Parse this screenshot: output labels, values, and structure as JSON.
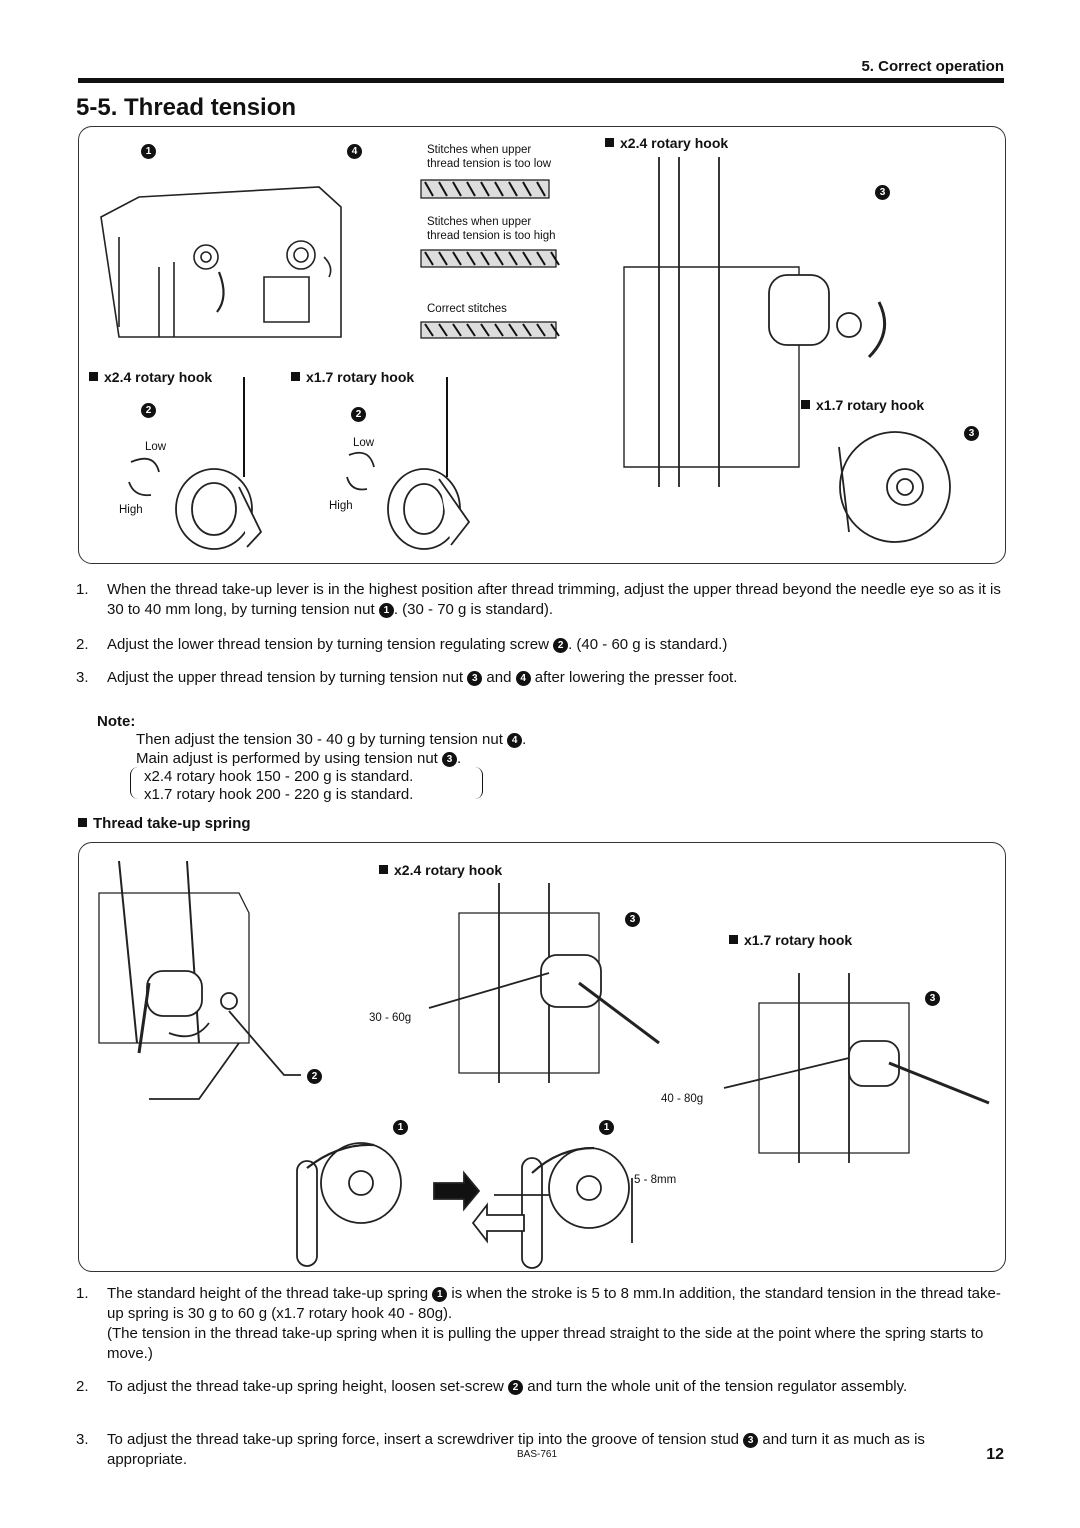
{
  "header": {
    "section": "5. Correct operation",
    "title": "5-5.  Thread tension"
  },
  "figure1": {
    "stitch_caption_low": [
      "Stitches when upper",
      "thread tension is too low"
    ],
    "stitch_caption_high": [
      "Stitches when upper",
      "thread tension is too high"
    ],
    "stitch_caption_correct": "Correct stitches",
    "label_x24_left": "x2.4 rotary hook",
    "label_x17_left": "x1.7 rotary hook",
    "label_x24_right": "x2.4 rotary hook",
    "label_x17_right": "x1.7 rotary hook",
    "low": "Low",
    "high": "High",
    "badges": {
      "n1": "1",
      "n2": "2",
      "n3": "3",
      "n4": "4"
    }
  },
  "steps1": [
    {
      "num": "1.",
      "parts": [
        "When the thread take-up lever is in the highest position after thread trimming, adjust the upper thread beyond the needle eye so as it is 30 to 40 mm long, by turning tension nut ",
        "1",
        ".   (30 - 70 g is standard)."
      ]
    },
    {
      "num": "2.",
      "parts": [
        "Adjust the lower thread tension by turning tension regulating screw ",
        "2",
        ". (40 - 60 g is standard.)"
      ]
    },
    {
      "num": "3.",
      "parts": [
        "Adjust the upper thread tension by turning tension nut ",
        "3",
        " and ",
        "4",
        " after lowering the presser foot."
      ]
    }
  ],
  "note": {
    "heading": "Note:",
    "line1": [
      "Then adjust the tension 30 - 40 g by turning tension nut ",
      "4",
      "."
    ],
    "line2": [
      "Main adjust is performed by using tension nut ",
      "3",
      "."
    ],
    "line3": "x2.4 rotary hook  150 - 200 g is standard.",
    "line4": "x1.7 rotary hook  200 - 220 g is standard."
  },
  "subheading": "Thread take-up spring",
  "figure2": {
    "label_x24": "x2.4 rotary hook",
    "label_x17": "x1.7 rotary hook",
    "force_x24": "30 - 60g",
    "force_x17": "40 - 80g",
    "stroke": "5 - 8mm"
  },
  "steps2": [
    {
      "num": "1.",
      "parts": [
        "The standard height of the thread take-up spring ",
        "1",
        " is when the stroke is 5 to 8 mm.In addition, the standard tension in the thread take-up spring is 30 g to 60 g (x1.7 rotary hook 40 - 80g)."
      ],
      "extra": "(The tension in the thread take-up spring when it is pulling the upper thread straight to the side at the point where the spring starts to move.)"
    },
    {
      "num": "2.",
      "parts": [
        "To adjust the thread take-up spring height, loosen set-screw ",
        "2",
        " and turn the whole unit of the tension regulator assembly."
      ]
    },
    {
      "num": "3.",
      "parts": [
        "To adjust the thread take-up spring force, insert a screwdriver tip into the groove of tension stud ",
        "3",
        " and turn it as much as is appropriate."
      ]
    }
  ],
  "footer": {
    "model": "BAS-761",
    "page": "12"
  }
}
